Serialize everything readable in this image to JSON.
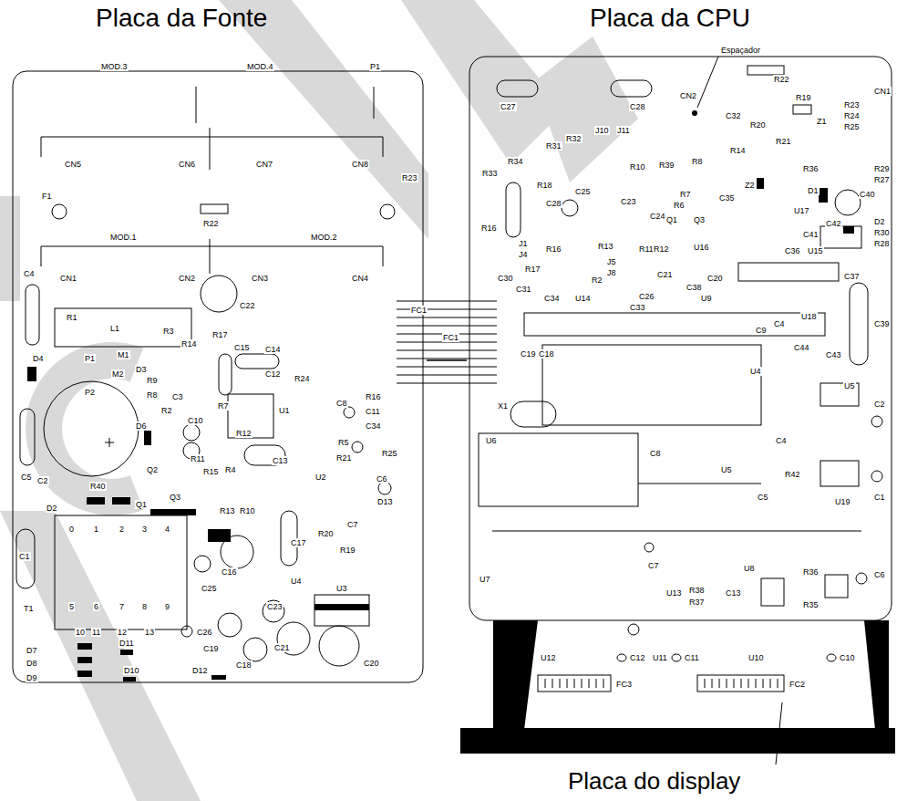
{
  "diagram": {
    "nodes": [
      {
        "text": [
          "Placa da Fonte"
        ]
      },
      {
        "text": [
          "Placa da CPU"
        ]
      },
      {
        "text": [
          "Placa do display"
        ]
      }
    ],
    "edges": [
      {
        "from": 0,
        "to": 1,
        "arrow": "none"
      }
    ],
    "labels": [
      "MOD.3",
      "MOD.4",
      "P1",
      "CN5",
      "CN6",
      "CN7",
      "CN8",
      "R23",
      "F1",
      "R22",
      "MOD.1",
      "MOD.2",
      "C4",
      "CN1",
      "CN2",
      "CN3",
      "CN4",
      "C22",
      "R1",
      "L1",
      "R3",
      "FC1",
      "R14",
      "R17",
      "C15",
      "C14",
      "P1",
      "M1",
      "D4",
      "D3",
      "M2",
      "R9",
      "R8",
      "C12",
      "R24",
      "FC1",
      "P2",
      "C3",
      "R2",
      "R7",
      "C8",
      "R16",
      "U1",
      "C11",
      "C10",
      "D6",
      "C34",
      "R12",
      "R5",
      "R21",
      "R25",
      "C5",
      "C2",
      "R40",
      "Q2",
      "Q3",
      "R11",
      "R15",
      "R4",
      "C13",
      "U2",
      "C6",
      "D13",
      "D2",
      "Q1",
      "R13",
      "R10",
      "C7",
      "C17",
      "R20",
      "R19",
      "0",
      "1",
      "2",
      "3",
      "4",
      "C1",
      "C16",
      "C25",
      "U4",
      "U3",
      "C23",
      "T1",
      "5",
      "6",
      "7",
      "8",
      "9",
      "C26",
      "C19",
      "C21",
      "C18",
      "C20",
      "10",
      "11",
      "12",
      "13",
      "D11",
      "D7",
      "D8",
      "D9",
      "D10",
      "D12",
      "Espaçador",
      "CN2",
      "R22",
      "R19",
      "C27",
      "C28",
      "CN1",
      "C32",
      "R20",
      "Z1",
      "R23",
      "R24",
      "R25",
      "J10",
      "J11",
      "R31",
      "R32",
      "R21",
      "R14",
      "R34",
      "R33",
      "R10",
      "R39",
      "R8",
      "R36",
      "R29",
      "R27",
      "R18",
      "C25",
      "C35",
      "Z2",
      "D1",
      "C40",
      "R7",
      "C28",
      "C23",
      "R6",
      "C24",
      "Q1",
      "Q3",
      "U17",
      "C42",
      "D2",
      "R30",
      "R28",
      "R16",
      "J1",
      "J4",
      "R16",
      "R13",
      "R11",
      "R12",
      "U16",
      "C41",
      "C36",
      "U15",
      "J5",
      "J8",
      "R17",
      "C30",
      "C31",
      "R2",
      "C21",
      "C20",
      "C38",
      "C34",
      "U14",
      "C26",
      "U9",
      "C37",
      "C33",
      "U18",
      "C9",
      "C4",
      "C44",
      "C43",
      "C39",
      "C19",
      "C18",
      "U4",
      "X1",
      "U5",
      "C2",
      "C4",
      "U6",
      "C8",
      "U5",
      "R42",
      "C5",
      "U19",
      "C1",
      "C7",
      "U8",
      "C6",
      "R36",
      "U7",
      "U13",
      "C13",
      "R38",
      "R37",
      "R35",
      "U12",
      "C12",
      "U11",
      "C11",
      "U10",
      "C10",
      "FC3",
      "FC2"
    ]
  }
}
